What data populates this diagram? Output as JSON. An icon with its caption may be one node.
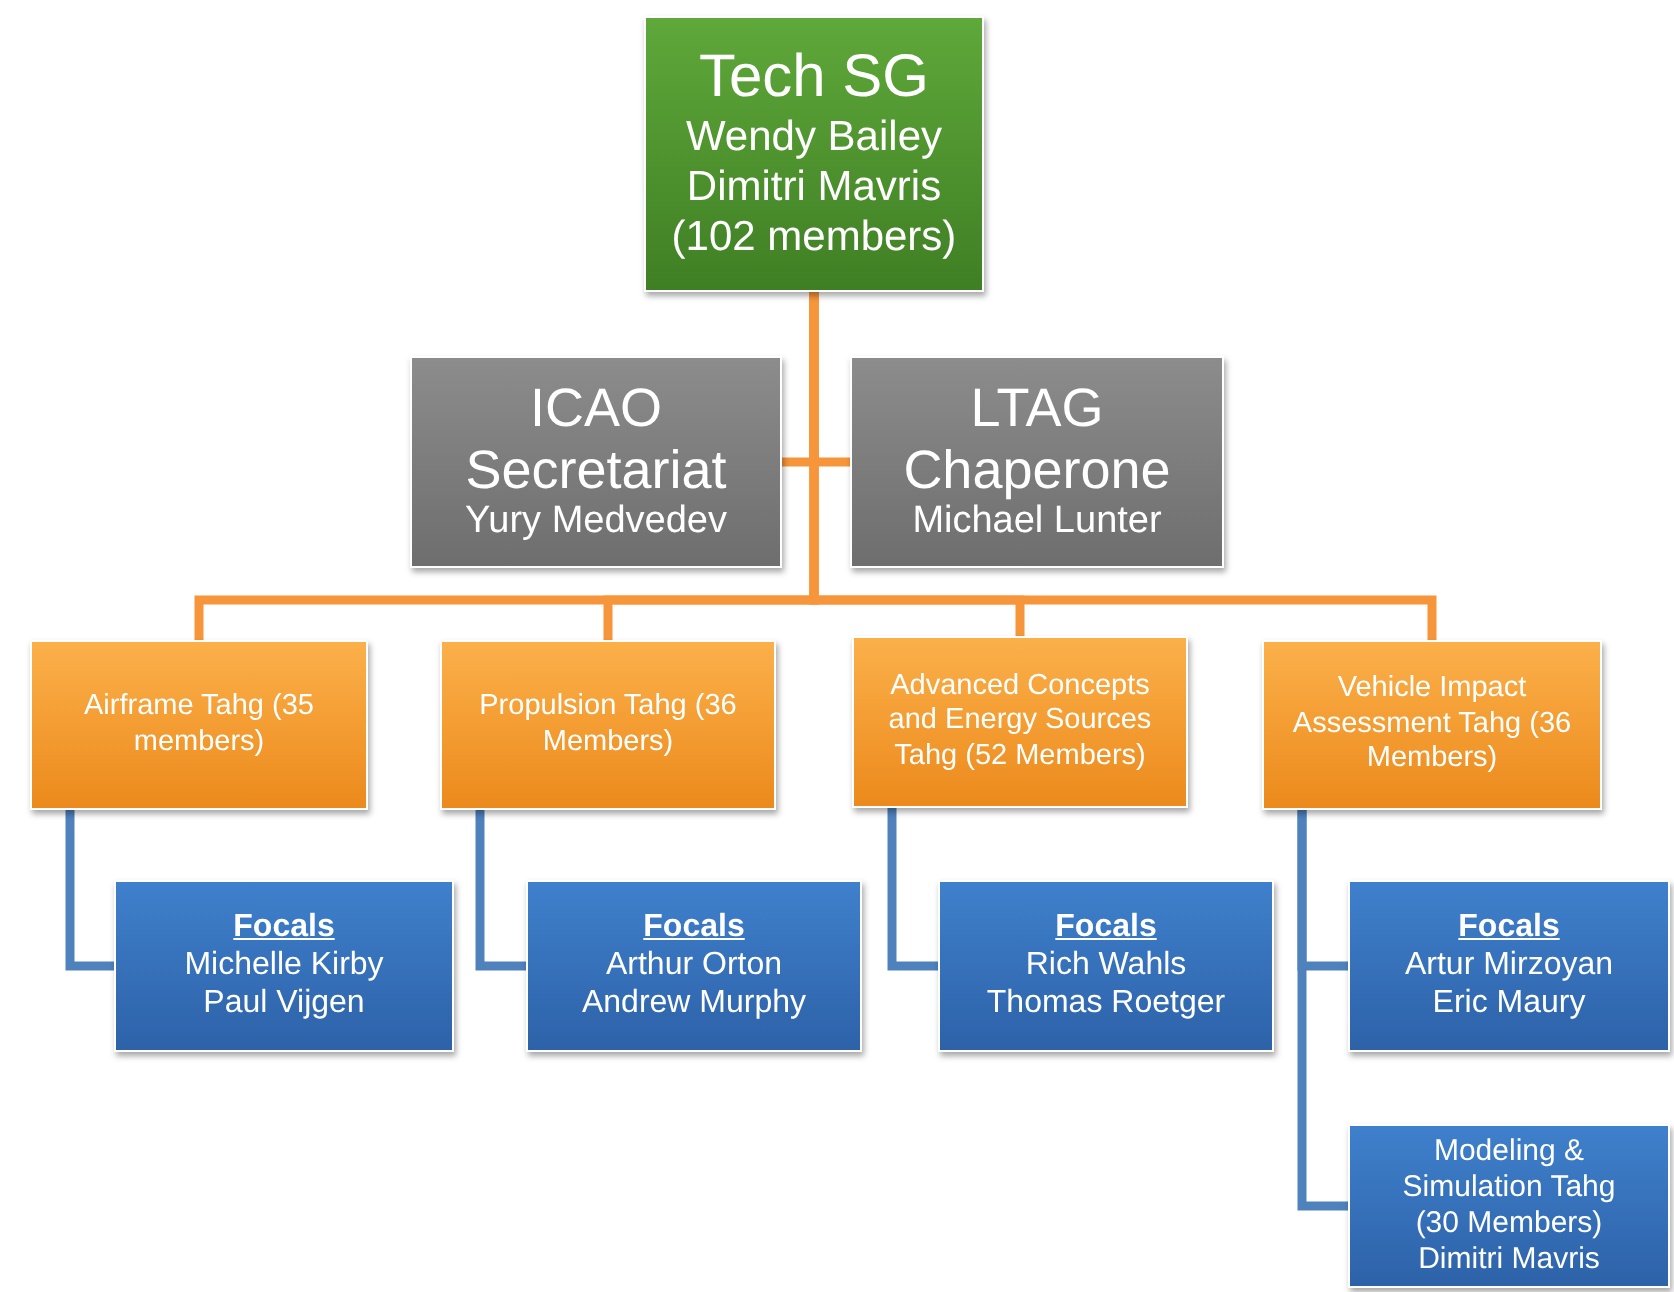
{
  "diagram": {
    "nodes": [
      {
        "text": [
          "Tech SG",
          "Wendy Bailey Dimitri Mavris (102 members)"
        ]
      },
      {
        "text": [
          "ICAO Secretariat",
          "Yury Medvedev"
        ]
      },
      {
        "text": [
          "LTAG Chaperone",
          "Michael Lunter"
        ]
      },
      {
        "text": [
          "Airframe Tahg (35 members)"
        ]
      },
      {
        "text": [
          "Propulsion Tahg (36 Members)"
        ]
      },
      {
        "text": [
          "Advanced Concepts and Energy Sources Tahg (52 Members)"
        ]
      },
      {
        "text": [
          "Vehicle Impact Assessment Tahg (36 Members)"
        ]
      },
      {
        "text": [
          "Focals",
          "Michelle Kirby Paul Vijgen"
        ]
      },
      {
        "text": [
          "Focals",
          "Arthur Orton Andrew Murphy"
        ]
      },
      {
        "text": [
          "Focals",
          "Rich Wahls Thomas Roetger"
        ]
      },
      {
        "text": [
          "Focals",
          "Artur Mirzoyan Eric Maury"
        ]
      },
      {
        "text": [
          "Modeling & Simulation Tahg (30 Members) Dimitri Mavris"
        ]
      }
    ],
    "edges": [
      {
        "from": 0,
        "to": 1,
        "arrow": "none"
      },
      {
        "from": 0,
        "to": 2,
        "arrow": "none"
      },
      {
        "from": 0,
        "to": 3,
        "arrow": "none"
      },
      {
        "from": 0,
        "to": 4,
        "arrow": "none"
      },
      {
        "from": 0,
        "to": 5,
        "arrow": "none"
      },
      {
        "from": 0,
        "to": 6,
        "arrow": "none"
      },
      {
        "from": 3,
        "to": 7,
        "arrow": "none",
        "color": "#4f81bd"
      },
      {
        "from": 4,
        "to": 8,
        "arrow": "none",
        "color": "#4f81bd"
      },
      {
        "from": 5,
        "to": 9,
        "arrow": "none",
        "color": "#4f81bd"
      },
      {
        "from": 6,
        "to": 10,
        "arrow": "none",
        "color": "#4f81bd"
      },
      {
        "from": 6,
        "to": 11,
        "arrow": "none",
        "color": "#4f81bd"
      }
    ]
  }
}
